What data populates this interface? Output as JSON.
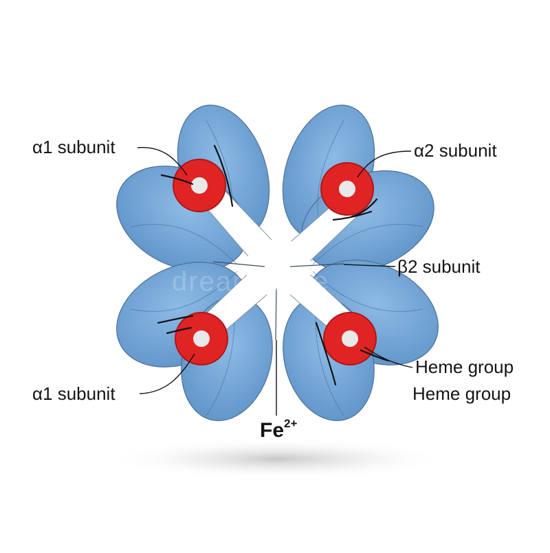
{
  "labels": {
    "top_left": "α1 subunit",
    "top_right": "α2 subunit",
    "right_middle": "β2 subunit",
    "bottom_left": "α1 subunit",
    "heme_1": "Heme group",
    "heme_2": "Heme group",
    "iron_base": "Fe",
    "iron_charge": "2+"
  },
  "watermark": "dreamstime",
  "colors": {
    "lobe_fill": "#7fb1e0",
    "lobe_stroke": "#4d6f95",
    "heme_red": "#e02424",
    "heme_center": "#e9e9e9",
    "center_white": "#ffffff",
    "line": "#111111"
  }
}
